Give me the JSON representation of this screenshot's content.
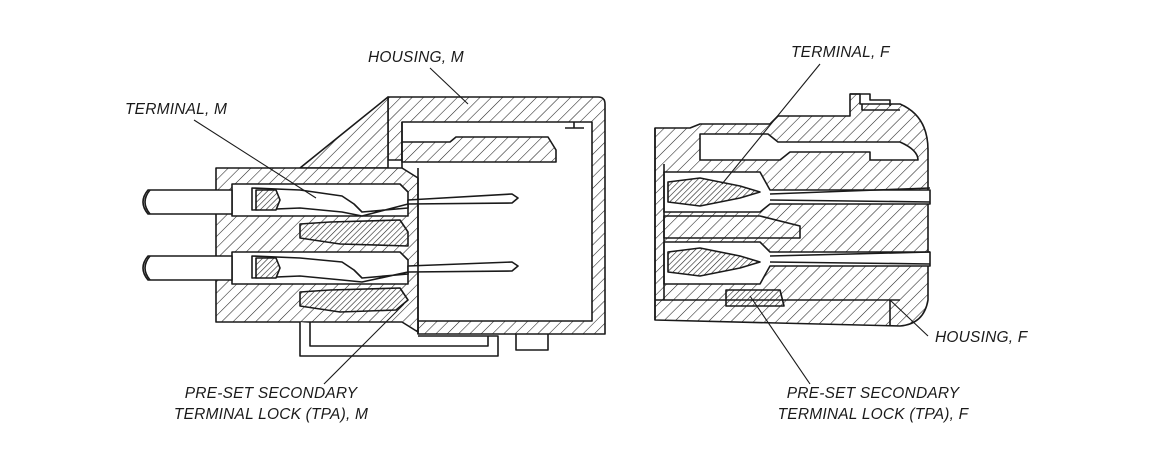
{
  "labels": {
    "housing_m": "HOUSING, M",
    "terminal_m": "TERMINAL, M",
    "tpa_m_line1": "PRE-SET SECONDARY",
    "tpa_m_line2": "TERMINAL LOCK (TPA), M",
    "terminal_f": "TERMINAL, F",
    "housing_f": "HOUSING, F",
    "tpa_f_line1": "PRE-SET SECONDARY",
    "tpa_f_line2": "TERMINAL LOCK (TPA), F"
  },
  "colors": {
    "line": "#1a1a1a",
    "background": "#ffffff"
  }
}
